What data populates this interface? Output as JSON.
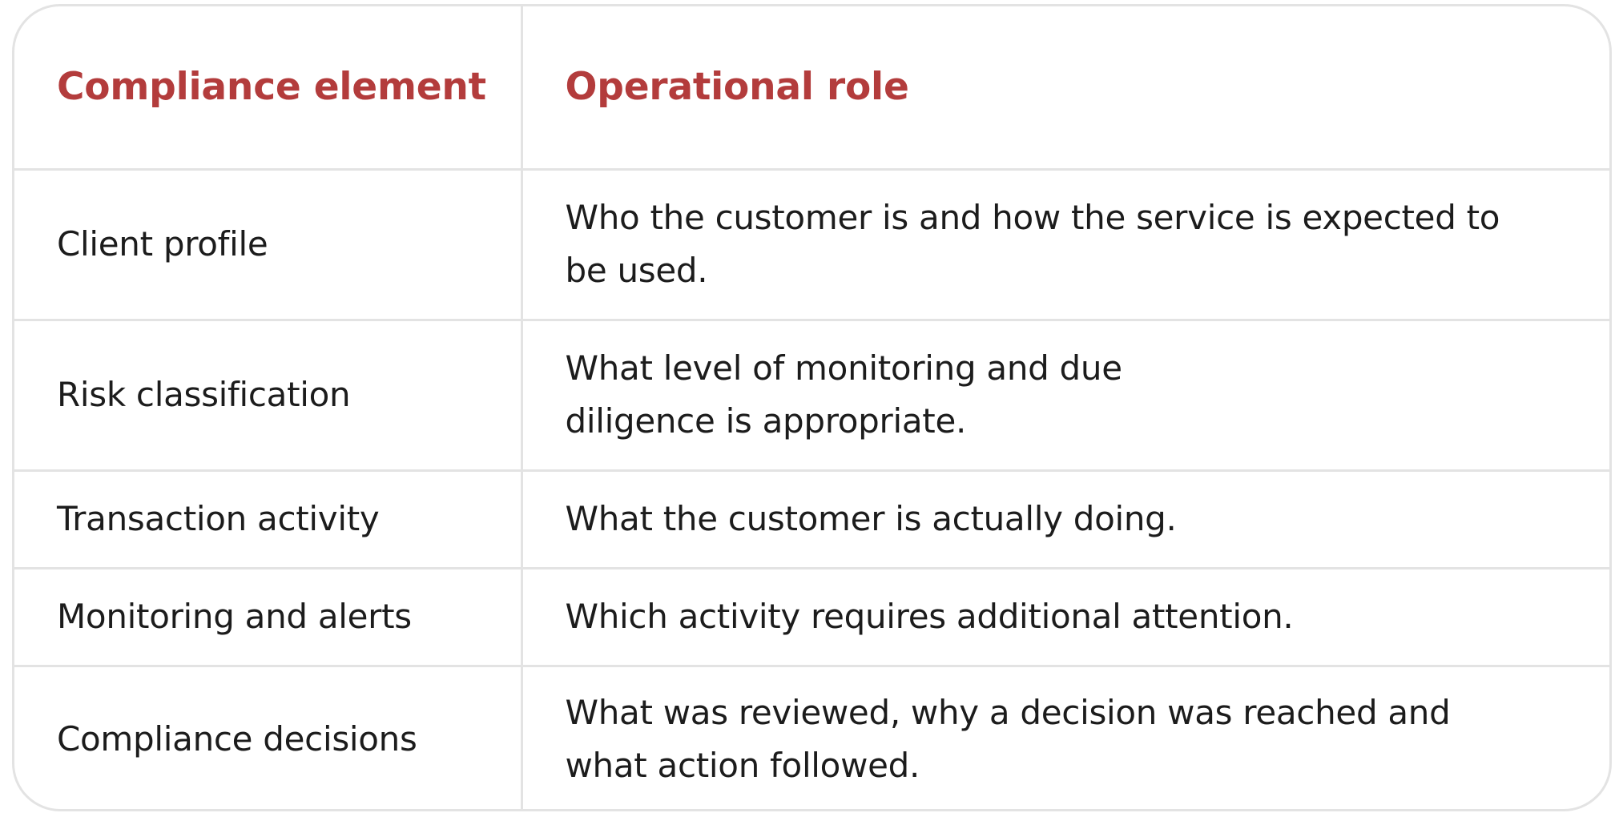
{
  "table": {
    "headers": [
      "Compliance element",
      "Operational role"
    ],
    "rows": [
      {
        "element": "Client profile",
        "role": "Who the customer is and how the service is expected to be used."
      },
      {
        "element": "Risk classification",
        "role": "What level of monitoring and due diligence is appropriate."
      },
      {
        "element": "Transaction activity",
        "role": "What the customer is actually doing."
      },
      {
        "element": "Monitoring and alerts",
        "role": "Which activity requires additional attention."
      },
      {
        "element": "Compliance decisions",
        "role": "What was reviewed, why a decision was reached and what action followed."
      }
    ]
  },
  "colors": {
    "header_text": "#b33c3c",
    "body_text": "#1c1c1c",
    "border": "#e3e3e3",
    "background": "#ffffff"
  }
}
